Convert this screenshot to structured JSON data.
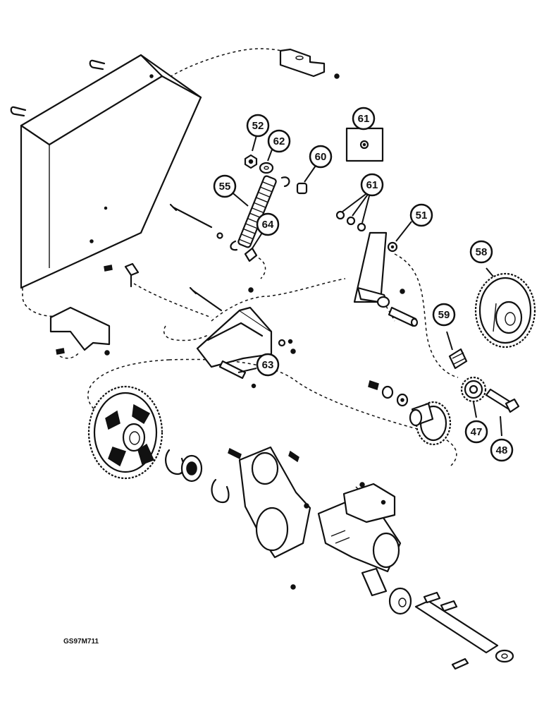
{
  "diagram": {
    "reference_code": "GS97M711",
    "callouts": [
      {
        "id": "c47",
        "label": "47"
      },
      {
        "id": "c48",
        "label": "48"
      },
      {
        "id": "c51",
        "label": "51"
      },
      {
        "id": "c52",
        "label": "52"
      },
      {
        "id": "c55",
        "label": "55"
      },
      {
        "id": "c58",
        "label": "58"
      },
      {
        "id": "c59",
        "label": "59"
      },
      {
        "id": "c60",
        "label": "60"
      },
      {
        "id": "c61a",
        "label": "61"
      },
      {
        "id": "c61b",
        "label": "61"
      },
      {
        "id": "c62",
        "label": "62"
      },
      {
        "id": "c63",
        "label": "63"
      },
      {
        "id": "c64",
        "label": "64"
      }
    ]
  }
}
